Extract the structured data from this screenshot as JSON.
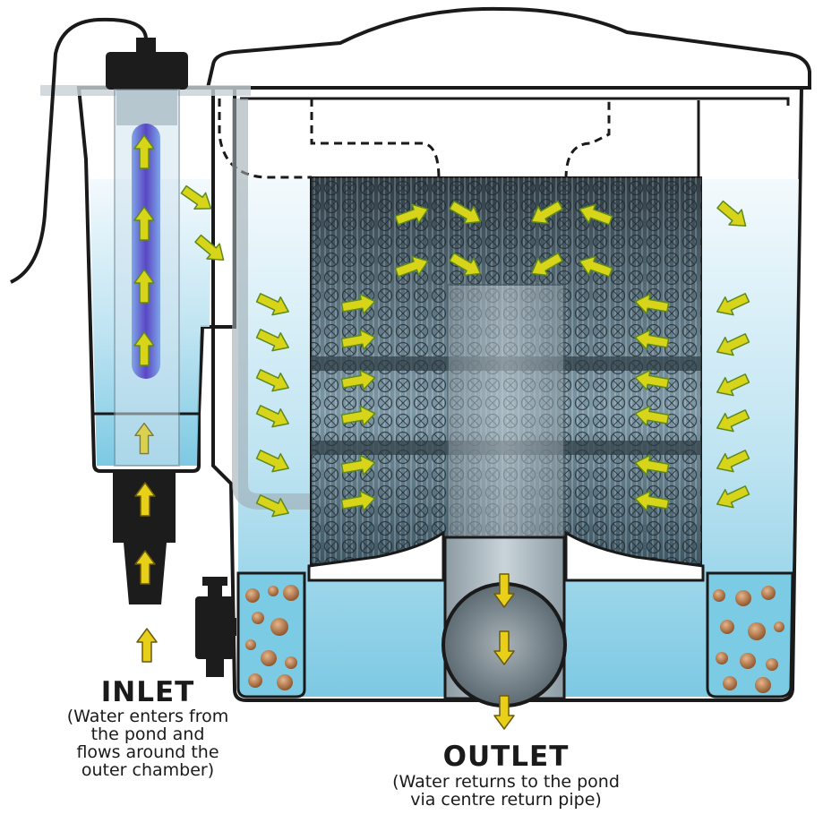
{
  "inlet": {
    "title": "INLET",
    "lines": [
      "(Water enters from",
      "the pond and",
      "flows around the",
      "outer chamber)"
    ]
  },
  "outlet": {
    "title": "OUTLET",
    "lines": [
      "(Water returns to the pond",
      "via centre return pipe)"
    ]
  },
  "colors": {
    "outline": "#1a1a1a",
    "water_light": "#e9f5fb",
    "water_dark": "#7fcbe3",
    "arrow_fill": "#d9d51a",
    "arrow_dark": "#6f9a22",
    "media": "#3b4c56",
    "pipe": "#a9b6bd",
    "uv_lamp": "#6b55c9",
    "gravel": "#b57a4b"
  },
  "icons": [
    "uv-lamp-icon",
    "drain-valve-icon",
    "flow-arrow-icon",
    "filter-foam-icon",
    "gravel-media-icon"
  ]
}
